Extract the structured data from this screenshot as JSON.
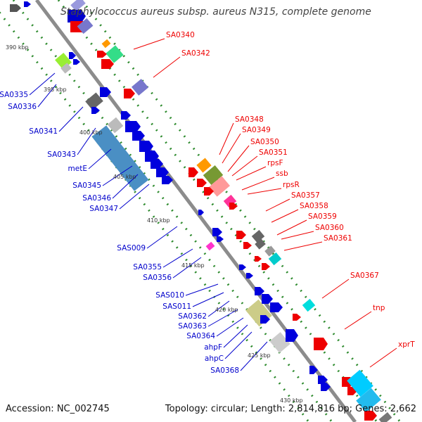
{
  "title": "Staphylococcus aureus subsp. aureus N315, complete genome",
  "footer": {
    "accession": "Accession: NC_002745",
    "summary": "Topology: circular; Length: 2,814,816 bp; Genes: 2,662"
  },
  "colors": {
    "backbone": "#8c8c8c",
    "tick_dots": "#2e8b2e",
    "forward_label": "#ee0000",
    "reverse_label": "#0000cc",
    "forward_gene": "#ee0000",
    "reverse_gene": "#0000dd"
  },
  "kbp_ticks": [
    "390 kbp",
    "395 kbp",
    "400 kbp",
    "405 kbp",
    "410 kbp",
    "415 kbp",
    "420 kbp",
    "425 kbp",
    "430 kbp"
  ],
  "forward_labels": [
    "SA0340",
    "SA0342",
    "SA0348",
    "SA0349",
    "SA0350",
    "SA0351",
    "rpsF",
    "ssb",
    "rpsR",
    "SA0357",
    "SA0358",
    "SA0359",
    "SA0360",
    "SA0361",
    "SA0367",
    "tnp",
    "xprT"
  ],
  "reverse_labels": [
    "SA0335",
    "SA0336",
    "SA0341",
    "SA0343",
    "metE",
    "SA0345",
    "SA0346",
    "SA0347",
    "SAS009",
    "SA0355",
    "SA0356",
    "SAS010",
    "SAS011",
    "SA0362",
    "SA0363",
    "SA0364",
    "ahpF",
    "ahpC",
    "SA0368"
  ]
}
